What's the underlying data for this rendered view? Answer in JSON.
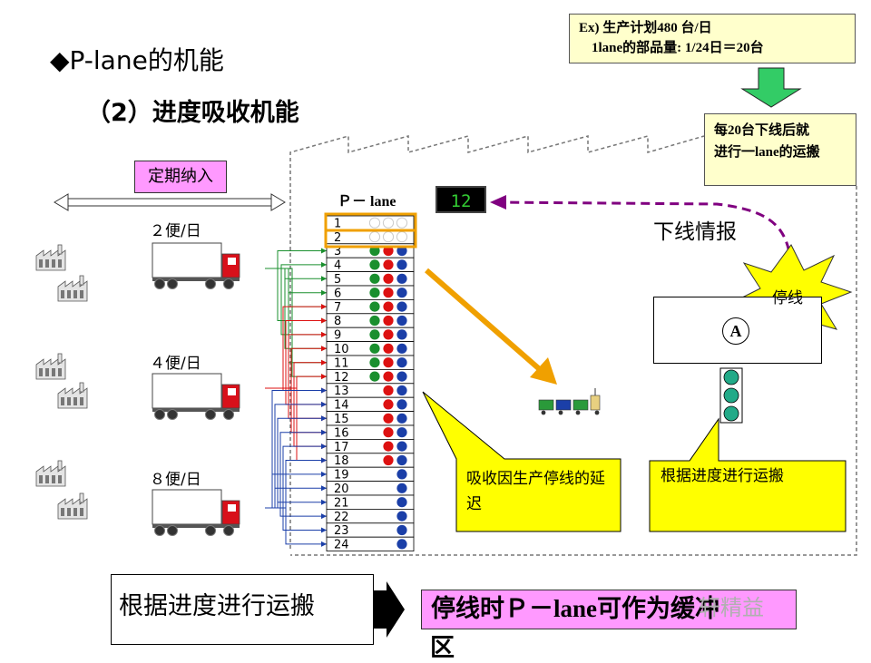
{
  "title": "◆P-lane的机能",
  "subtitle": "（2）进度吸收机能",
  "example": {
    "line1": "Ex) 生产计划480 台/日",
    "line2": "1lane的部品量: 1/24日＝20台"
  },
  "transport_note": {
    "line1": "每20台下线后就",
    "line2": "进行一lane的运搬"
  },
  "periodic_delivery": "定期纳入",
  "lane_title": "Ｐ－ lane",
  "counter": "12",
  "offline_info": "下线情报",
  "stop_label": "停线",
  "machine_label": "A",
  "deliveries": [
    "２便/日",
    "４便/日",
    "８便/日"
  ],
  "lane_numbers": [
    "1",
    "2",
    "3",
    "4",
    "5",
    "6",
    "7",
    "8",
    "9",
    "10",
    "11",
    "12",
    "13",
    "14",
    "15",
    "16",
    "17",
    "18",
    "19",
    "20",
    "21",
    "22",
    "23",
    "24"
  ],
  "callouts": {
    "absorb": "吸收因生产停线的延迟",
    "transport": "根据进度进行运搬"
  },
  "bottom": {
    "left": "根据进度进行运搬",
    "right_line1": "停线时Ｐ－lane可作为缓冲",
    "right_line2": "区"
  },
  "watermark": "轩精益",
  "colors": {
    "green": "#1a8f2e",
    "red": "#dd1111",
    "blue": "#1b3fa8",
    "highlight": "#f0a000",
    "callout": "#ffff00",
    "pink": "#ff99ff",
    "note": "#ffffcc"
  }
}
